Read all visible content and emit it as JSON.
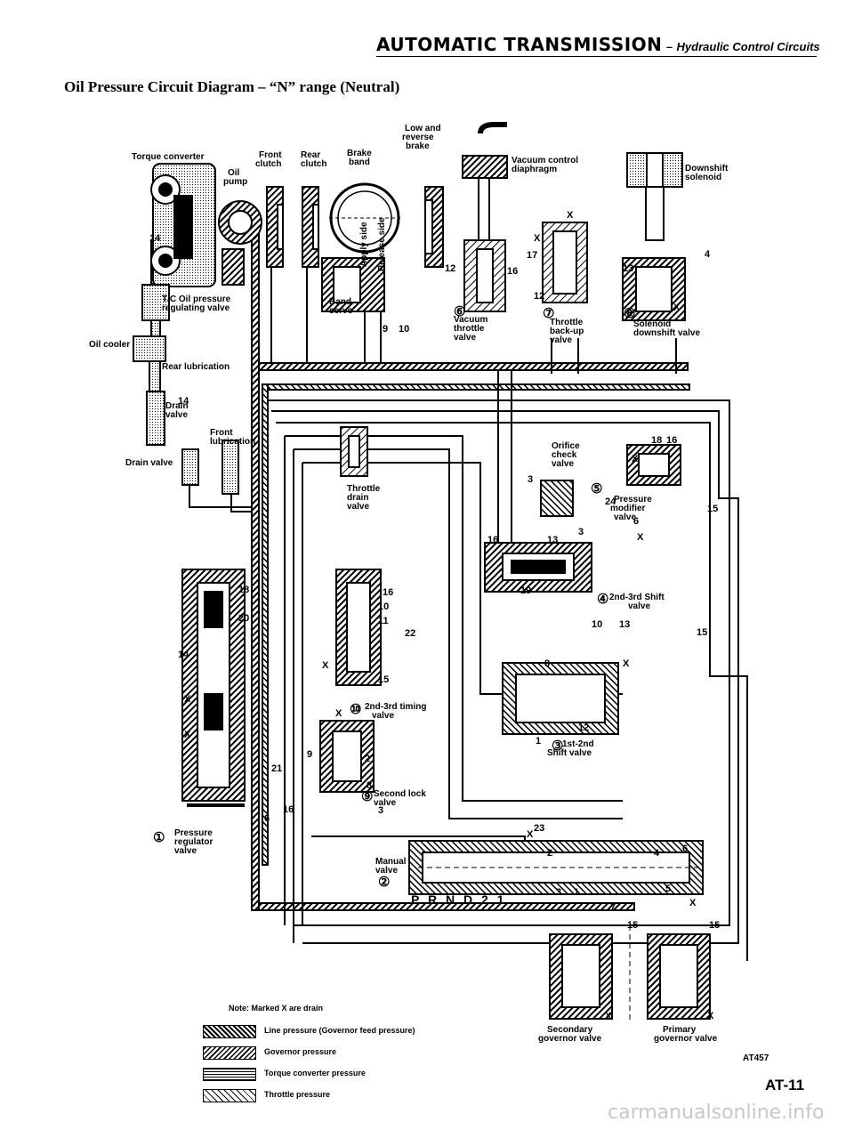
{
  "header": {
    "title": "AUTOMATIC TRANSMISSION",
    "dash": "–",
    "subtitle": "Hydraulic Control Circuits"
  },
  "diagram_title": "Oil Pressure Circuit Diagram – “N” range (Neutral)",
  "labels": {
    "torque_converter": "Torque converter",
    "oil_pump_1": "Oil",
    "oil_pump_2": "pump",
    "front_clutch_1": "Front",
    "front_clutch_2": "clutch",
    "rear_clutch_1": "Rear",
    "rear_clutch_2": "clutch",
    "brake_band_1": "Brake",
    "brake_band_2": "band",
    "low_reverse_1": "Low and",
    "low_reverse_2": "reverse",
    "low_reverse_3": "brake",
    "vacuum_control_1": "Vacuum control",
    "vacuum_control_2": "diaphragm",
    "downshift_solenoid_1": "Downshift",
    "downshift_solenoid_2": "solenoid",
    "tc_valve_1": "T/C Oil pressure",
    "tc_valve_2": "regulating valve",
    "oil_cooler": "Oil cooler",
    "rear_lubrication": "Rear lubrication",
    "drain_valve_inner_1": "Drain",
    "drain_valve_inner_2": "valve",
    "drain_valve_outer": "Drain valve",
    "front_lubrication_1": "Front",
    "front_lubrication_2": "lubrication",
    "band_servo_1": "Band",
    "band_servo_2": "servo",
    "apply_side": "Apply side",
    "release_side": "Release side",
    "vacuum_throttle_1": "Vacuum",
    "vacuum_throttle_2": "throttle",
    "vacuum_throttle_3": "valve",
    "throttle_backup_1": "Throttle",
    "throttle_backup_2": "back-up",
    "throttle_backup_3": "valve",
    "solenoid_downshift_1": "Solenoid",
    "solenoid_downshift_2": "downshift valve",
    "orifice_check_1": "Orifice",
    "orifice_check_2": "check",
    "orifice_check_3": "valve",
    "throttle_drain_1": "Throttle",
    "throttle_drain_2": "drain",
    "throttle_drain_3": "valve",
    "pressure_modifier_1": "Pressure",
    "pressure_modifier_2": "modifier",
    "pressure_modifier_3": "valve",
    "shift_23_1": "2nd-3rd Shift",
    "shift_23_2": "valve",
    "timing_23_1": "2nd-3rd timing",
    "timing_23_2": "valve",
    "shift_12_1": "1st-2nd",
    "shift_12_2": "Shift valve",
    "second_lock_1": "Second lock",
    "second_lock_2": "valve",
    "pressure_regulator_1": "Pressure",
    "pressure_regulator_2": "regulator",
    "pressure_regulator_3": "valve",
    "manual_valve_1": "Manual",
    "manual_valve_2": "valve",
    "positions": "P R N D 2 1",
    "secondary_governor_1": "Secondary",
    "secondary_governor_2": "governor valve",
    "primary_governor_1": "Primary",
    "primary_governor_2": "governor valve"
  },
  "valve_numbers": [
    "①",
    "②",
    "③",
    "④",
    "⑤",
    "⑥",
    "⑦",
    "⑧",
    "⑨",
    "⑩"
  ],
  "port_numbers": {
    "n14a": "14",
    "n12a": "12",
    "n12b": "12",
    "n17": "17",
    "n16a": "16",
    "n4a": "4",
    "n13a": "13",
    "n9": "9",
    "n10a": "10",
    "n14b": "14",
    "n18a": "18",
    "n16b": "16",
    "n3a": "3",
    "n24": "24",
    "n15a": "15",
    "n6a": "6",
    "n3b": "3",
    "n16c": "16",
    "n13b": "13",
    "n19": "19",
    "n16d": "16",
    "n10b": "10",
    "n11": "11",
    "n22": "22",
    "n10c": "10",
    "n13c": "13",
    "n15b": "15",
    "n18b": "18",
    "n20": "20",
    "n14c": "14",
    "n15c": "15",
    "n8a": "8",
    "n12c": "12",
    "n1a": "1",
    "n9b": "9",
    "n2a": "2",
    "n21": "21",
    "n8b": "8",
    "n3c": "3",
    "n16e": "16",
    "n6b": "6",
    "n23": "23",
    "n2b": "2",
    "n4b": "4",
    "n6c": "6",
    "n3d": "3",
    "n1b": "1",
    "n5": "5",
    "n7": "7",
    "n15d": "15",
    "n15e": "15",
    "n5b": "5"
  },
  "drain_mark": "X",
  "legend": {
    "note": "Note: Marked X are drain",
    "items": [
      {
        "pattern": "line",
        "label": "Line pressure (Governor feed pressure)"
      },
      {
        "pattern": "governor",
        "label": "Governor pressure"
      },
      {
        "pattern": "torque",
        "label": "Torque converter pressure"
      },
      {
        "pattern": "throttle",
        "label": "Throttle pressure"
      }
    ]
  },
  "figure_code": "AT457",
  "page_number": "AT-11",
  "watermark": "carmanualsonline.info"
}
